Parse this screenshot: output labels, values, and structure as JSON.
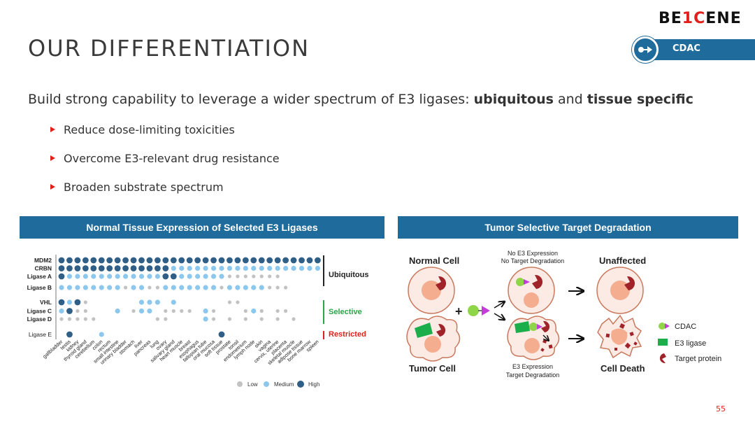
{
  "header": {
    "title": "OUR DIFFERENTIATION",
    "logo_left": "BE",
    "logo_mid": "1",
    "logo_c": "C",
    "logo_right": "ENE",
    "tag": "CDAC",
    "page_number": "55"
  },
  "lead": {
    "prefix": "Build strong capability to leverage a wider spectrum of E3 ligases: ",
    "bold1": "ubiquitous",
    "mid": " and ",
    "bold2": "tissue specific"
  },
  "bullets": [
    "Reduce dose-limiting toxicities",
    "Overcome E3-relevant drug resistance",
    "Broaden substrate spectrum"
  ],
  "left_panel": {
    "title": "Normal Tissue Expression of Selected E3 Ligases",
    "rows": [
      "MDM2",
      "CRBN",
      "Ligase A",
      "Ligase B",
      "VHL",
      "Ligase C",
      "Ligase D",
      "Ligase E"
    ],
    "groups": [
      "Ubiquitous",
      "Selective",
      "Restricted"
    ],
    "group_colors": [
      "#222222",
      "#2aa548",
      "#e0201b"
    ],
    "tissues": [
      "gallbladder",
      "testis",
      "kidney",
      "thyroid gland",
      "cerebellum",
      "colon",
      "rectum",
      "small intestine",
      "urinary bladder",
      "stomach",
      "liver",
      "pancreas",
      "lung",
      "ovary",
      "salivary gland",
      "heart muscle",
      "breast",
      "esophagus",
      "fallopian tube",
      "oral mucosa",
      "soft tissue",
      "prostate",
      "tonsil",
      "endometrium",
      "lymph node",
      "skin",
      "vagina",
      "cervix, uterine",
      "placenta",
      "skeletal muscle",
      "adipose tissue",
      "bone marrow",
      "spleen"
    ],
    "legend": [
      "Low",
      "Medium",
      "High"
    ],
    "level_colors": [
      "#c2c2c2",
      "#8cc8ee",
      "#2f5f86"
    ],
    "matrix": [
      [
        3,
        3,
        3,
        3,
        3,
        3,
        3,
        3,
        3,
        3,
        3,
        3,
        3,
        3,
        3,
        3,
        3,
        3,
        3,
        3,
        3,
        3,
        3,
        3,
        3,
        3,
        3,
        3,
        3,
        3,
        3,
        3,
        3
      ],
      [
        3,
        3,
        3,
        3,
        3,
        3,
        3,
        3,
        3,
        3,
        3,
        3,
        3,
        3,
        2,
        2,
        2,
        2,
        2,
        2,
        2,
        2,
        2,
        2,
        2,
        2,
        2,
        2,
        2,
        2,
        2,
        2,
        2
      ],
      [
        3,
        2,
        2,
        2,
        2,
        2,
        2,
        2,
        2,
        2,
        2,
        2,
        2,
        3,
        3,
        2,
        2,
        2,
        2,
        2,
        2,
        1,
        1,
        1,
        1,
        1,
        1,
        1,
        0,
        0,
        0,
        0,
        0
      ],
      [
        2,
        2,
        2,
        2,
        2,
        2,
        2,
        2,
        1,
        2,
        2,
        1,
        1,
        2,
        2,
        2,
        2,
        2,
        2,
        2,
        1,
        2,
        2,
        2,
        2,
        2,
        1,
        1,
        1,
        0,
        0,
        0,
        0
      ],
      [
        3,
        2,
        3,
        1,
        0,
        0,
        0,
        0,
        0,
        0,
        2,
        2,
        2,
        0,
        2,
        0,
        0,
        0,
        0,
        0,
        0,
        1,
        1,
        0,
        0,
        0,
        0,
        0,
        0,
        0,
        0,
        0,
        0
      ],
      [
        2,
        3,
        1,
        1,
        0,
        0,
        0,
        2,
        0,
        1,
        2,
        2,
        0,
        1,
        1,
        1,
        1,
        0,
        2,
        1,
        0,
        0,
        0,
        1,
        2,
        1,
        0,
        1,
        1,
        0,
        0,
        0,
        0
      ],
      [
        1,
        1,
        1,
        1,
        1,
        0,
        0,
        0,
        0,
        0,
        0,
        0,
        1,
        1,
        0,
        0,
        0,
        0,
        2,
        1,
        0,
        1,
        0,
        1,
        0,
        1,
        0,
        1,
        0,
        1,
        0,
        0,
        0
      ],
      [
        0,
        3,
        0,
        0,
        0,
        2,
        0,
        0,
        0,
        0,
        0,
        0,
        0,
        0,
        0,
        0,
        0,
        0,
        0,
        0,
        3,
        0,
        0,
        0,
        0,
        0,
        0,
        0,
        0,
        0,
        0,
        0,
        0
      ]
    ]
  },
  "right_panel": {
    "title": "Tumor Selective Target Degradation",
    "normal_cell": "Normal Cell",
    "tumor_cell": "Tumor Cell",
    "no_e3_line1": "No E3 Expression",
    "no_e3_line2": "No Target Degradation",
    "e3_line1": "E3 Expression",
    "e3_line2": "Target Degradation",
    "unaffected": "Unaffected",
    "cell_death": "Cell Death",
    "plus": "+",
    "legend": [
      "CDAC",
      "E3 ligase",
      "Target protein"
    ],
    "colors": {
      "cell_fill": "#fcebe4",
      "cell_stroke": "#c9795e",
      "nucleus": "#f4ad8e",
      "target": "#a0232a",
      "ligase": "#1cae4a",
      "cdac_ball": "#8fd54a",
      "cdac_arrow": "#c23fd6"
    }
  }
}
